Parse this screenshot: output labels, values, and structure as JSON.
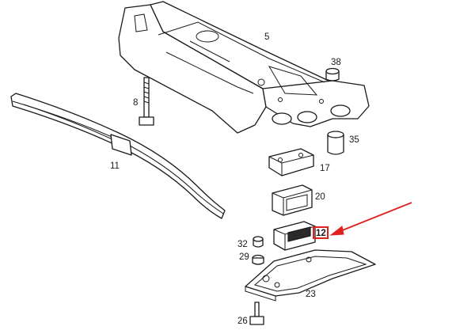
{
  "diagram": {
    "part_labels": {
      "frame": "5",
      "bolt": "8",
      "leaf_spring": "11",
      "mount_17": "17",
      "mount_20": "20",
      "mount_12": "12",
      "bracket": "23",
      "bolt_26": "26",
      "nut_29": "29",
      "washer_32": "32",
      "cap_35": "35",
      "nut_38": "38"
    },
    "highlight": {
      "target_part": "12",
      "color": "#e0201e"
    },
    "line_color": "#1a1a1a"
  }
}
